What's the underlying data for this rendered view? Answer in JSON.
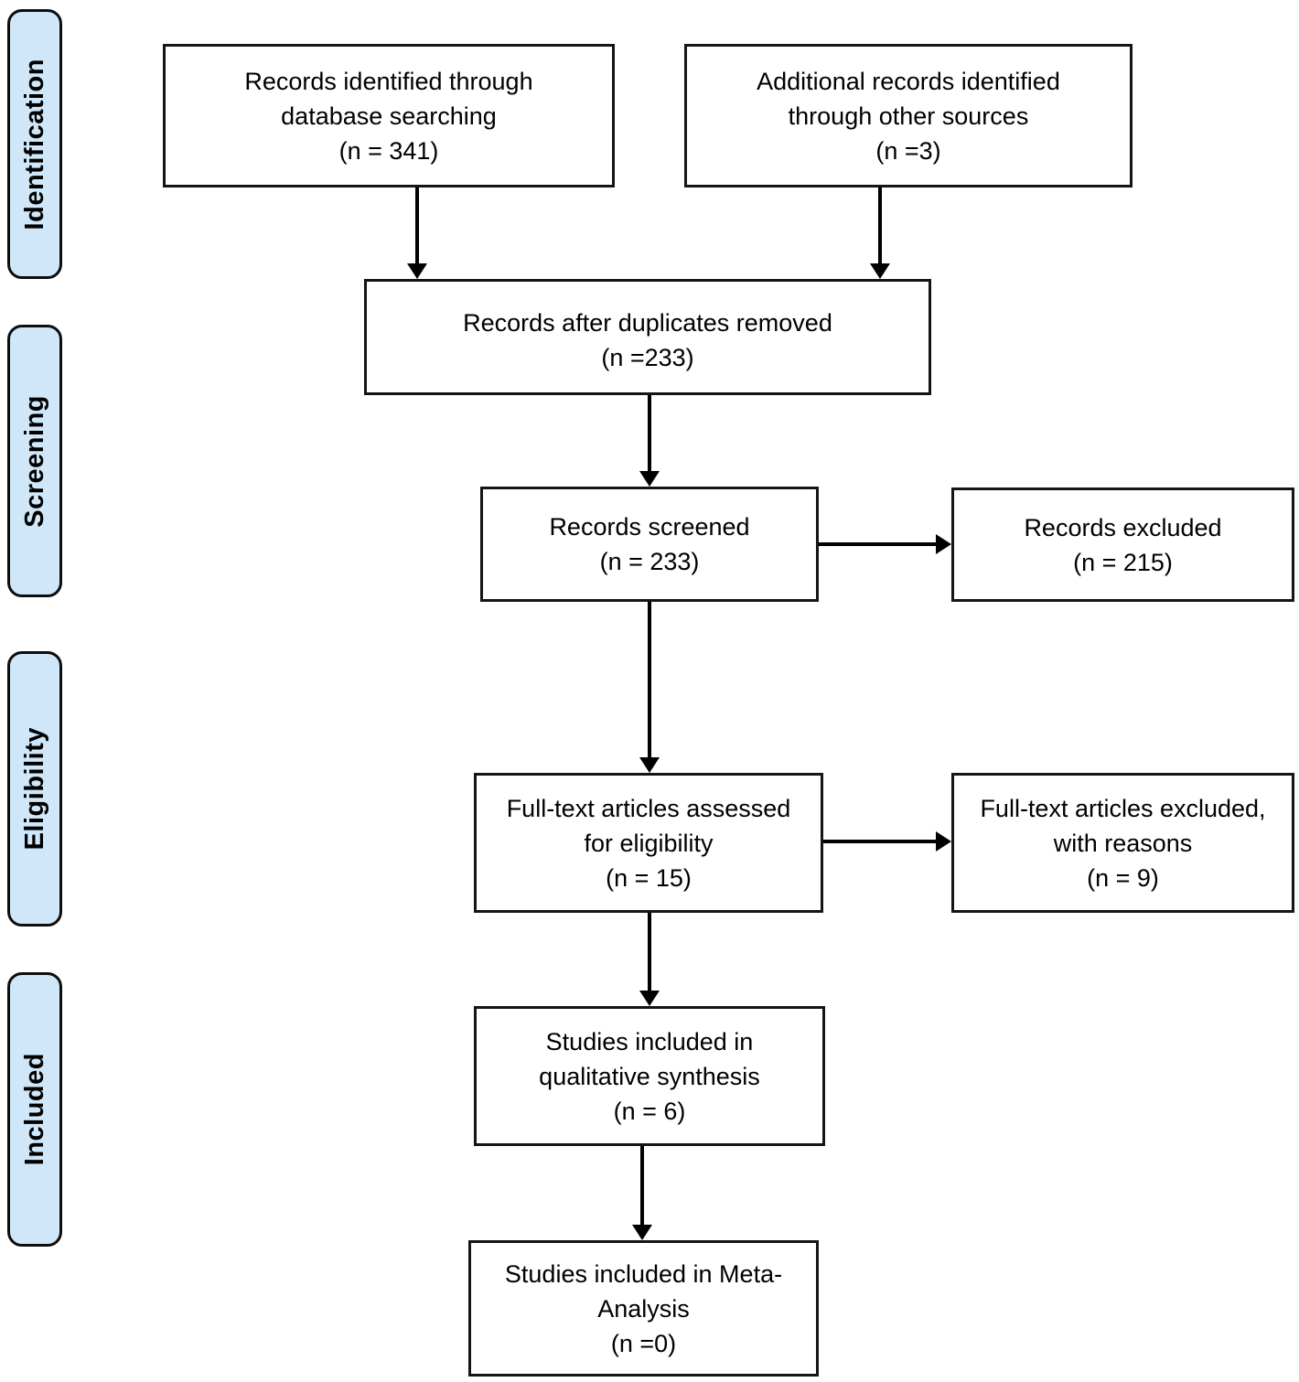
{
  "stages": [
    {
      "label": "Identification"
    },
    {
      "label": "Screening"
    },
    {
      "label": "Eligibility"
    },
    {
      "label": "Included"
    }
  ],
  "boxes": {
    "records_identified": {
      "lines": [
        "Records identified through",
        "database searching",
        "(n = 341)"
      ]
    },
    "additional_records": {
      "lines": [
        "Additional records identified",
        "through other sources",
        "(n =3)"
      ]
    },
    "duplicates_removed": {
      "lines": [
        "Records after duplicates removed",
        "(n =233)"
      ]
    },
    "records_screened": {
      "lines": [
        "Records screened",
        "(n = 233)"
      ]
    },
    "records_excluded": {
      "lines": [
        "Records excluded",
        "(n = 215)"
      ]
    },
    "fulltext_assessed": {
      "lines": [
        "Full-text articles assessed",
        "for eligibility",
        "(n = 15)"
      ]
    },
    "fulltext_excluded": {
      "lines": [
        "Full-text articles excluded,",
        "with reasons",
        "(n = 9)"
      ]
    },
    "qualitative_synthesis": {
      "lines": [
        "Studies included in",
        "qualitative synthesis",
        "(n = 6)"
      ]
    },
    "meta_analysis": {
      "lines": [
        "Studies included in Meta-",
        "Analysis",
        "(n =0)"
      ]
    }
  },
  "colors": {
    "stage_fill": "#cfe7f8",
    "stage_border": "#0d0d0d",
    "box_fill": "#ffffff",
    "box_border": "#151515",
    "arrow": "#000000",
    "background": "#ffffff"
  }
}
